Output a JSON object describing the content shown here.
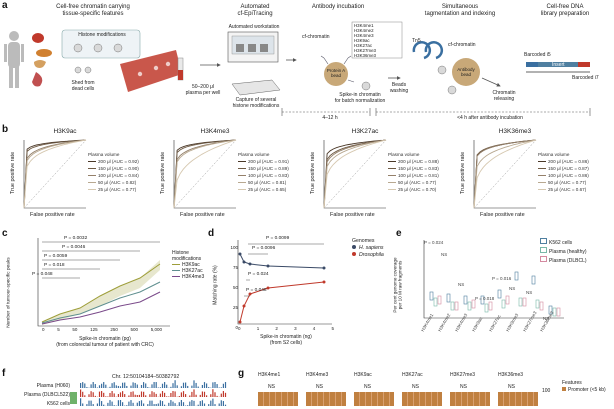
{
  "panel_a": {
    "letter": "a",
    "steps": [
      {
        "lines": [
          "Cell-free chromatin carrying",
          "tissue-specific features"
        ]
      },
      {
        "lines": [
          "Automated",
          "cf-EpiTracing"
        ]
      },
      {
        "lines": [
          "Antibody incubation"
        ]
      },
      {
        "lines": [
          "Simultaneous",
          "tagmentation and indexing"
        ]
      },
      {
        "lines": [
          "Cell-free DNA",
          "library preparation"
        ]
      }
    ],
    "histone_modifications_label": "Histone modifications",
    "shed_label": [
      "Shed from",
      "dead cells"
    ],
    "plasma_label": [
      "50–200 μl",
      "plasma per well"
    ],
    "workstation_label": "Automated workstation",
    "capture_label": [
      "Capture of several",
      "histone modifications"
    ],
    "cf_chromatin_label": "cf-chromatin",
    "marks_list": [
      "H3K4me1",
      "H3K4me2",
      "H3K4me3",
      "H3K9ac",
      "H3K27ac",
      "H3K27me3",
      "H3K36me3"
    ],
    "protein_a_bead": [
      "Protein A",
      "bead"
    ],
    "spike_in_label": [
      "Spike-in chromatin",
      "for batch normalization"
    ],
    "beads_washing": [
      "Beads",
      "washing"
    ],
    "tn5_label": "Tn5",
    "cf_chromatin_label2": "cf-chromatin",
    "antibody_bead": [
      "Antibody",
      "bead"
    ],
    "chromatin_releasing": [
      "Chromatin",
      "releasing"
    ],
    "barcoded_i5": "Barcoded i5",
    "insert_label": "Insert",
    "barcoded_i7": "Barcoded i7",
    "timeline_left": "4–12 h",
    "timeline_right": "<4 h after antibody incubation"
  },
  "panel_b": {
    "letter": "b",
    "xlabel": "False positive rate",
    "ylabel": "True positive rate",
    "legend_title": "Plasma volume",
    "plots": [
      {
        "title": "H3K9ac",
        "legend": [
          "200 μl (AUC = 0.92)",
          "150 μl (AUC = 0.90)",
          "100 μl (AUC = 0.84)",
          "50 μl (AUC = 0.82)",
          "25 μl (AUC = 0.77)"
        ]
      },
      {
        "title": "H3K4me3",
        "legend": [
          "200 μl (AUC = 0.91)",
          "150 μl (AUC = 0.89)",
          "100 μl (AUC = 0.83)",
          "50 μl (AUC = 0.81)",
          "25 μl (AUC = 0.65)"
        ]
      },
      {
        "title": "H3K27ac",
        "legend": [
          "200 μl (AUC = 0.88)",
          "150 μl (AUC = 0.83)",
          "100 μl (AUC = 0.81)",
          "50 μl (AUC = 0.77)",
          "25 μl (AUC = 0.70)"
        ]
      },
      {
        "title": "H3K36me3",
        "legend": [
          "200 μl (AUC = 0.86)",
          "150 μl (AUC = 0.87)",
          "100 μl (AUC = 0.86)",
          "50 μl (AUC = 0.77)",
          "25 μl (AUC = 0.67)"
        ]
      }
    ],
    "colors": [
      "#4a3828",
      "#6e5a44",
      "#94806a",
      "#b8a890",
      "#d6c8b0"
    ]
  },
  "panel_c": {
    "letter": "c",
    "ylabel": "Number of tumour-specific peaks",
    "xlabel": [
      "Spike-in chromatin (pg)",
      "(from colorectal tumour of patient with CRC)"
    ],
    "xticks": [
      "0",
      "5",
      "50",
      "125",
      "250",
      "500",
      "5,000"
    ],
    "legend_title": [
      "Histone",
      "modifications"
    ],
    "legend": [
      "H3K9ac",
      "H3K27ac",
      "H3K4me3"
    ],
    "legend_colors": [
      "#9e9e3a",
      "#5f8f8f",
      "#7a4a8a"
    ],
    "pvalues": [
      "P = 0.0032",
      "P = 0.0046",
      "P = 0.0059",
      "P = 0.018",
      "P = 0.048"
    ]
  },
  "panel_d": {
    "letter": "d",
    "ylabel": "Matching rate (%)",
    "yticks": [
      "100",
      "75",
      "50",
      "25",
      "0"
    ],
    "xticks": [
      "0",
      "1",
      "2",
      "3",
      "4",
      "5"
    ],
    "xlabel": [
      "Spike-in chromatin (ng)",
      "(from S2 cells)"
    ],
    "legend_title": "Genomes",
    "legend": [
      "H. sapiens",
      "Drosophila"
    ],
    "legend_colors": [
      "#3a4a66",
      "#c0392b"
    ],
    "pvalues": [
      "P = 0.0099",
      "P = 0.0096",
      "P = 0.024",
      "P = 0.048"
    ]
  },
  "panel_e": {
    "letter": "e",
    "ylabel": [
      "Per cent genome coverage",
      "per 10 M raw fragments"
    ],
    "xticks": [
      "H3K4me1",
      "H3K4me2",
      "H3K4me3",
      "H3K9ac",
      "H3K27ac",
      "H3K9me3",
      "H3K27me3",
      "H3K36me3"
    ],
    "legend": [
      "K562 cells",
      "Plasma (healthy)",
      "Plasma (DLBCL)"
    ],
    "legend_colors": [
      "#4f7fa0",
      "#7ab8a8",
      "#d48aa0"
    ],
    "annotations": [
      "P = 0.024",
      "NS",
      "NS",
      "P = 0.018",
      "P = 0.016",
      "NS",
      "NS",
      "NS"
    ]
  },
  "panel_f": {
    "letter": "f",
    "coords": "Chr. 12:50104184–50382792",
    "tracks": [
      "Plasma (H060)",
      "Plasma (DLBCL522)",
      "K562 cells"
    ]
  },
  "panel_g": {
    "letter": "g",
    "columns": [
      "H3K4me1",
      "H3K4me3",
      "H3K9ac",
      "H3K27ac",
      "H3K27me3",
      "H3K36me3"
    ],
    "ns": [
      "NS",
      "NS",
      "NS",
      "NS",
      "NS",
      "NS"
    ],
    "tick": "100",
    "features_title": "Features",
    "features": [
      "Promoter (<5 kb)"
    ]
  },
  "colors": {
    "accent_red": "#c0392b",
    "accent_blue": "#3a6fa0",
    "tan": "#c8a878"
  }
}
